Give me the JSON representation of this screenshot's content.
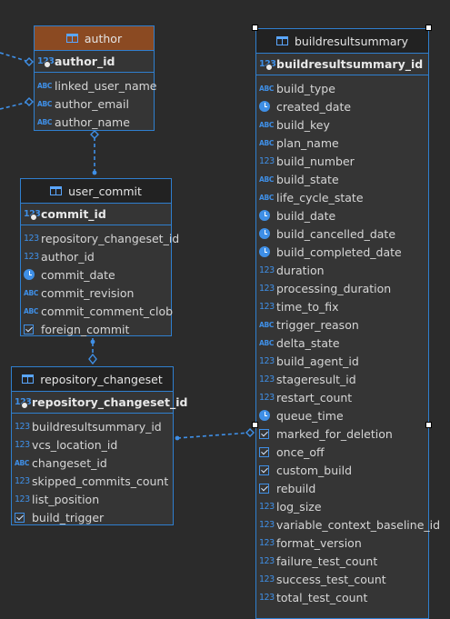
{
  "entities": {
    "author": {
      "title": "author",
      "pk": {
        "icon": "number-key-icon",
        "label": "author_id"
      },
      "columns": [
        {
          "icon": "text-type-icon",
          "label": "linked_user_name"
        },
        {
          "icon": "text-type-icon",
          "label": "author_email"
        },
        {
          "icon": "text-type-icon",
          "label": "author_name"
        }
      ]
    },
    "user_commit": {
      "title": "user_commit",
      "pk": {
        "icon": "number-key-icon",
        "label": "commit_id"
      },
      "columns": [
        {
          "icon": "number-type-icon",
          "label": "repository_changeset_id"
        },
        {
          "icon": "number-type-icon",
          "label": "author_id"
        },
        {
          "icon": "datetime-type-icon",
          "label": "commit_date"
        },
        {
          "icon": "text-type-icon",
          "label": "commit_revision"
        },
        {
          "icon": "text-type-icon",
          "label": "commit_comment_clob"
        },
        {
          "icon": "boolean-type-icon",
          "label": "foreign_commit"
        }
      ]
    },
    "repository_changeset": {
      "title": "repository_changeset",
      "pk": {
        "icon": "number-key-icon",
        "label": "repository_changeset_id"
      },
      "columns": [
        {
          "icon": "number-type-icon",
          "label": "buildresultsummary_id"
        },
        {
          "icon": "number-type-icon",
          "label": "vcs_location_id"
        },
        {
          "icon": "text-type-icon",
          "label": "changeset_id"
        },
        {
          "icon": "number-type-icon",
          "label": "skipped_commits_count"
        },
        {
          "icon": "number-type-icon",
          "label": "list_position"
        },
        {
          "icon": "boolean-type-icon",
          "label": "build_trigger"
        }
      ]
    },
    "buildresultsummary": {
      "title": "buildresultsummary",
      "pk": {
        "icon": "number-key-icon",
        "label": "buildresultsummary_id"
      },
      "columns": [
        {
          "icon": "text-type-icon",
          "label": "build_type"
        },
        {
          "icon": "datetime-type-icon",
          "label": "created_date"
        },
        {
          "icon": "text-type-icon",
          "label": "build_key"
        },
        {
          "icon": "text-type-icon",
          "label": "plan_name"
        },
        {
          "icon": "number-type-icon",
          "label": "build_number"
        },
        {
          "icon": "text-type-icon",
          "label": "build_state"
        },
        {
          "icon": "text-type-icon",
          "label": "life_cycle_state"
        },
        {
          "icon": "datetime-type-icon",
          "label": "build_date"
        },
        {
          "icon": "datetime-type-icon",
          "label": "build_cancelled_date"
        },
        {
          "icon": "datetime-type-icon",
          "label": "build_completed_date"
        },
        {
          "icon": "number-type-icon",
          "label": "duration"
        },
        {
          "icon": "number-type-icon",
          "label": "processing_duration"
        },
        {
          "icon": "number-type-icon",
          "label": "time_to_fix"
        },
        {
          "icon": "text-type-icon",
          "label": "trigger_reason"
        },
        {
          "icon": "text-type-icon",
          "label": "delta_state"
        },
        {
          "icon": "number-type-icon",
          "label": "build_agent_id"
        },
        {
          "icon": "number-type-icon",
          "label": "stageresult_id"
        },
        {
          "icon": "number-type-icon",
          "label": "restart_count"
        },
        {
          "icon": "datetime-type-icon",
          "label": "queue_time"
        },
        {
          "icon": "boolean-type-icon",
          "label": "marked_for_deletion"
        },
        {
          "icon": "boolean-type-icon",
          "label": "once_off"
        },
        {
          "icon": "boolean-type-icon",
          "label": "custom_build"
        },
        {
          "icon": "boolean-type-icon",
          "label": "rebuild"
        },
        {
          "icon": "number-type-icon",
          "label": "log_size"
        },
        {
          "icon": "number-type-icon",
          "label": "variable_context_baseline_id"
        },
        {
          "icon": "number-type-icon",
          "label": "format_version"
        },
        {
          "icon": "number-type-icon",
          "label": "failure_test_count"
        },
        {
          "icon": "number-type-icon",
          "label": "success_test_count"
        },
        {
          "icon": "number-type-icon",
          "label": "total_test_count"
        }
      ]
    }
  },
  "colors": {
    "background": "#2b2b2b",
    "entity_border": "#2f7fcf",
    "selected_header": "#8b4a22",
    "type_icon": "#3f8fe6"
  }
}
